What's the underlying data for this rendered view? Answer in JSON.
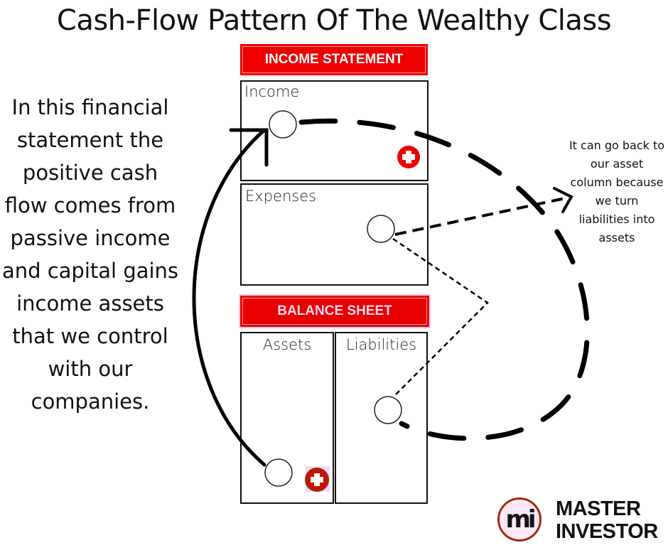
{
  "title": "Cash-Flow Pattern Of The Wealthy Class",
  "explanation": "In this financial statement the positive cash flow comes from passive income and capital gains income assets that we control with our companies.",
  "side_note": "It can go back to our asset column because we turn liabilities into assets",
  "income_statement": {
    "banner": "INCOME STATEMENT",
    "sections": [
      "Income",
      "Expenses"
    ]
  },
  "balance_sheet": {
    "banner": "BALANCE SHEET",
    "columns": [
      "Assets",
      "Liabilities"
    ]
  },
  "icons": {
    "income_badge": "plus-circle-icon",
    "assets_badge": "plus-circle-icon"
  },
  "colors": {
    "accent_red": "#ee0000",
    "logo_ring": "#a52a10"
  },
  "logo": {
    "mark": "mi",
    "line1": "MASTER",
    "line2": "INVESTOR"
  }
}
